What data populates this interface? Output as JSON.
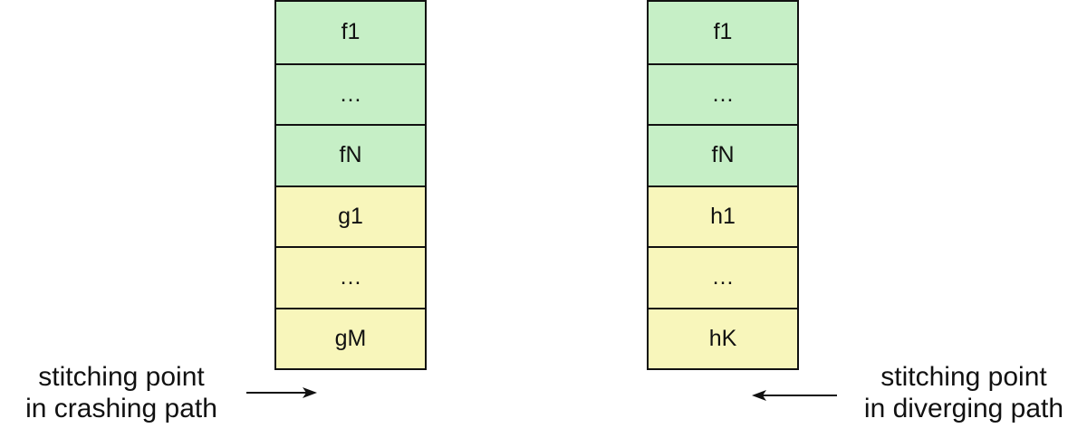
{
  "left_stack": {
    "frames": [
      {
        "label": "f1",
        "group": "shared"
      },
      {
        "label": "…",
        "group": "shared"
      },
      {
        "label": "fN",
        "group": "shared"
      },
      {
        "label": "g1",
        "group": "own"
      },
      {
        "label": "…",
        "group": "own"
      },
      {
        "label": "gM",
        "group": "own"
      }
    ],
    "caption_line1": "stitching point",
    "caption_line2": "in crashing path"
  },
  "right_stack": {
    "frames": [
      {
        "label": "f1",
        "group": "shared"
      },
      {
        "label": "…",
        "group": "shared"
      },
      {
        "label": "fN",
        "group": "shared"
      },
      {
        "label": "h1",
        "group": "own"
      },
      {
        "label": "…",
        "group": "own"
      },
      {
        "label": "hK",
        "group": "own"
      }
    ],
    "caption_line1": "stitching point",
    "caption_line2": "in diverging path"
  },
  "colors": {
    "shared_frame": "#c6efc6",
    "own_frame": "#f8f6bb",
    "border": "#111111"
  }
}
